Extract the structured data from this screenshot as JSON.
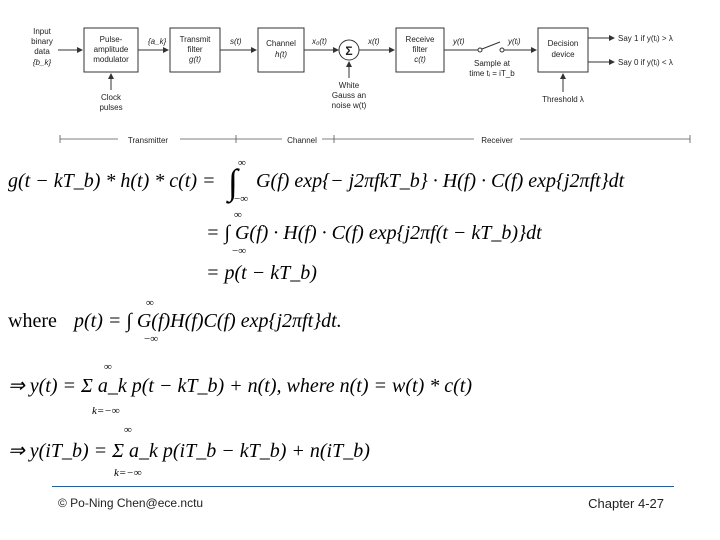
{
  "diagram": {
    "input_lines": [
      "Input",
      "binary",
      "data",
      "{b_k}"
    ],
    "ak_label": "{a_k}",
    "pam_lines": [
      "Pulse-",
      "amplitude",
      "modulator"
    ],
    "tx_filter_lines": [
      "Transmit",
      "filter",
      "g(t)"
    ],
    "st_label": "s(t)",
    "channel_lines": [
      "Channel",
      "h(t)"
    ],
    "xo_label": "x₀(t)",
    "sum_symbol": "Σ",
    "xt_label": "x(t)",
    "rx_filter_lines": [
      "Receive",
      "filter",
      "c(t)"
    ],
    "yt_label": "y(t)",
    "yti_label": "y(tᵢ)",
    "decision_lines": [
      "Decision",
      "device"
    ],
    "say1": "Say 1 if y(tᵢ) > λ",
    "say0": "Say 0 if y(tᵢ) < λ",
    "clock_lines": [
      "Clock",
      "pulses"
    ],
    "noise_lines": [
      "White",
      "Gauss an",
      "noise w(t)"
    ],
    "sample_lines": [
      "Sample at",
      "time tᵢ = iT_b"
    ],
    "threshold": "Threshold λ",
    "sections": [
      "Transmitter",
      "Channel",
      "Receiver"
    ]
  },
  "equations": {
    "eq1_lhs": "g(t − kT_b) * h(t) * c(t) =",
    "eq1_rhs": "G(f) exp{− j2πfkT_b} · H(f) · C(f) exp{j2πft}dt",
    "eq2": "= ∫ G(f) · H(f) · C(f) exp{j2πf(t − kT_b)}dt",
    "eq3": "= p(t − kT_b)",
    "where_word": "where",
    "where_eq": "p(t) = ∫ G(f)H(f)C(f) exp{j2πft}dt.",
    "y_eq": "⇒ y(t) = Σ a_k p(t − kT_b) + n(t), where n(t) = w(t) * c(t)",
    "yi_eq": "⇒ y(iT_b) = Σ a_k p(iT_b − kT_b) + n(iT_b)",
    "int_upper": "∞",
    "int_lower": "−∞",
    "sum_upper": "∞",
    "sum_lower": "k=−∞"
  },
  "footer": {
    "left": "© Po-Ning Chen@ece.nctu",
    "right": "Chapter 4-27"
  },
  "colors": {
    "footer_line": "#1f5fa0",
    "text": "#000000",
    "block_border": "#333333"
  }
}
